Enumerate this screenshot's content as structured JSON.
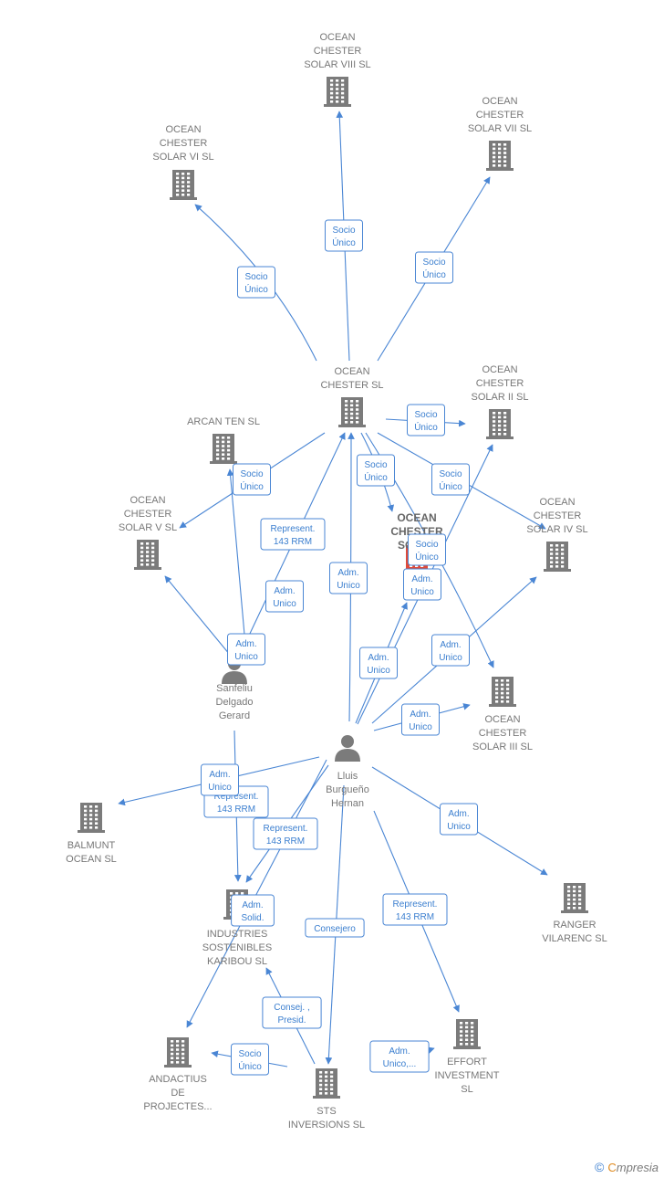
{
  "colors": {
    "edge": "#4a86d4",
    "label_border": "#4a86d4",
    "label_text": "#3a7ecf",
    "node_icon": "#7b7b7b",
    "node_icon_highlight": "#e04a3a",
    "node_text": "#777777"
  },
  "nodes": [
    {
      "id": "n_viii",
      "icon": "building-icon",
      "label": [
        "OCEAN",
        "CHESTER",
        "SOLAR VIII  SL"
      ]
    },
    {
      "id": "n_vii",
      "icon": "building-icon",
      "label": [
        "OCEAN",
        "CHESTER",
        "SOLAR VII  SL"
      ]
    },
    {
      "id": "n_vi",
      "icon": "building-icon",
      "label": [
        "OCEAN",
        "CHESTER",
        "SOLAR VI  SL"
      ]
    },
    {
      "id": "n_oc",
      "icon": "building-icon",
      "label": [
        "OCEAN",
        "CHESTER  SL"
      ]
    },
    {
      "id": "n_ii",
      "icon": "building-icon",
      "label": [
        "OCEAN",
        "CHESTER",
        "SOLAR II  SL"
      ]
    },
    {
      "id": "n_arcan",
      "icon": "building-icon",
      "label": [
        "ARCAN TEN  SL"
      ]
    },
    {
      "id": "n_v",
      "icon": "building-icon",
      "label": [
        "OCEAN",
        "CHESTER",
        "SOLAR V  SL"
      ]
    },
    {
      "id": "n_iv",
      "icon": "building-icon",
      "label": [
        "OCEAN",
        "CHESTER",
        "SOLAR IV  SL"
      ]
    },
    {
      "id": "n_i",
      "icon": "building-icon",
      "highlight": true,
      "label": [
        "OCEAN",
        "CHESTER",
        "SOLAR"
      ]
    },
    {
      "id": "n_iii",
      "icon": "building-icon",
      "label": [
        "OCEAN",
        "CHESTER",
        "SOLAR III  SL"
      ]
    },
    {
      "id": "p_sanfeliu",
      "icon": "person-icon",
      "label": [
        "Sanfeliu",
        "Delgado",
        "Gerard"
      ]
    },
    {
      "id": "p_lluis",
      "icon": "person-icon",
      "label": [
        "Lluis",
        "Burgueño",
        "Hernan"
      ]
    },
    {
      "id": "n_balmunt",
      "icon": "building-icon",
      "label": [
        "BALMUNT",
        "OCEAN  SL"
      ]
    },
    {
      "id": "n_ranger",
      "icon": "building-icon",
      "label": [
        "RANGER",
        "VILARENC  SL"
      ]
    },
    {
      "id": "n_karibou",
      "icon": "building-icon",
      "label": [
        "INDUSTRIES",
        "SOSTENIBLES",
        "KARIBOU  SL"
      ]
    },
    {
      "id": "n_andactius",
      "icon": "building-icon",
      "label": [
        "ANDACTIUS",
        "DE",
        "PROJECTES..."
      ]
    },
    {
      "id": "n_sts",
      "icon": "building-icon",
      "label": [
        "STS",
        "INVERSIONS SL"
      ]
    },
    {
      "id": "n_effort",
      "icon": "building-icon",
      "label": [
        "EFFORT",
        "INVESTMENT",
        "SL"
      ]
    }
  ],
  "edges": [
    {
      "from": "n_oc",
      "to": "n_viii",
      "label": [
        "Socio",
        "Único"
      ]
    },
    {
      "from": "n_oc",
      "to": "n_vii",
      "label": [
        "Socio",
        "Único"
      ]
    },
    {
      "from": "n_oc",
      "to": "n_vi",
      "label": [
        "Socio",
        "Único"
      ]
    },
    {
      "from": "n_oc",
      "to": "n_ii",
      "label": [
        "Socio",
        "Único"
      ]
    },
    {
      "from": "n_oc",
      "to": "n_v",
      "label": [
        "Socio",
        "Único"
      ]
    },
    {
      "from": "n_oc",
      "to": "n_iv",
      "label": [
        "Socio",
        "Único"
      ]
    },
    {
      "from": "n_oc",
      "to": "n_i",
      "label": [
        "Socio",
        "Único"
      ]
    },
    {
      "from": "n_oc",
      "to": "n_iii",
      "label": [
        "Socio",
        "Único"
      ]
    },
    {
      "from": "p_sanfeliu",
      "to": "n_oc",
      "label": [
        "Represent.",
        "143 RRM"
      ]
    },
    {
      "from": "p_sanfeliu",
      "to": "n_arcan",
      "label": [
        "Adm.",
        "Unico"
      ]
    },
    {
      "from": "p_sanfeliu",
      "to": "n_v",
      "label": [
        "Adm.",
        "Unico"
      ]
    },
    {
      "from": "p_sanfeliu",
      "to": "n_karibou",
      "label": [
        "Represent.",
        "143 RRM"
      ]
    },
    {
      "from": "p_lluis",
      "to": "n_oc",
      "label": [
        "Adm.",
        "Unico"
      ]
    },
    {
      "from": "p_lluis",
      "to": "n_i",
      "label": [
        "Adm.",
        "Unico"
      ]
    },
    {
      "from": "p_lluis",
      "to": "n_ii",
      "label": [
        "Adm.",
        "Unico"
      ]
    },
    {
      "from": "p_lluis",
      "to": "n_iv",
      "label": [
        "Adm.",
        "Unico"
      ]
    },
    {
      "from": "p_lluis",
      "to": "n_iii",
      "label": [
        "Adm.",
        "Unico"
      ]
    },
    {
      "from": "p_lluis",
      "to": "n_balmunt",
      "label": [
        "Adm.",
        "Unico"
      ]
    },
    {
      "from": "p_lluis",
      "to": "n_ranger",
      "label": [
        "Adm.",
        "Unico"
      ]
    },
    {
      "from": "p_lluis",
      "to": "n_karibou",
      "label": [
        "Represent.",
        "143 RRM"
      ]
    },
    {
      "from": "p_lluis",
      "to": "n_andactius",
      "label": [
        "Adm.",
        "Solid."
      ]
    },
    {
      "from": "p_lluis",
      "to": "n_sts",
      "label": [
        "Consejero"
      ]
    },
    {
      "from": "p_lluis",
      "to": "n_effort",
      "label": [
        "Represent.",
        "143 RRM"
      ]
    },
    {
      "from": "n_sts",
      "to": "n_karibou",
      "label": [
        "Consej. ,",
        "Presid."
      ]
    },
    {
      "from": "n_sts",
      "to": "n_andactius",
      "label": [
        "Socio",
        "Único"
      ]
    },
    {
      "from": "n_sts",
      "to": "n_effort",
      "label": [
        "Adm.",
        "Unico,..."
      ]
    }
  ],
  "footer": {
    "copyright": "©",
    "brand_initial": "C",
    "brand_rest": "mpresia"
  }
}
